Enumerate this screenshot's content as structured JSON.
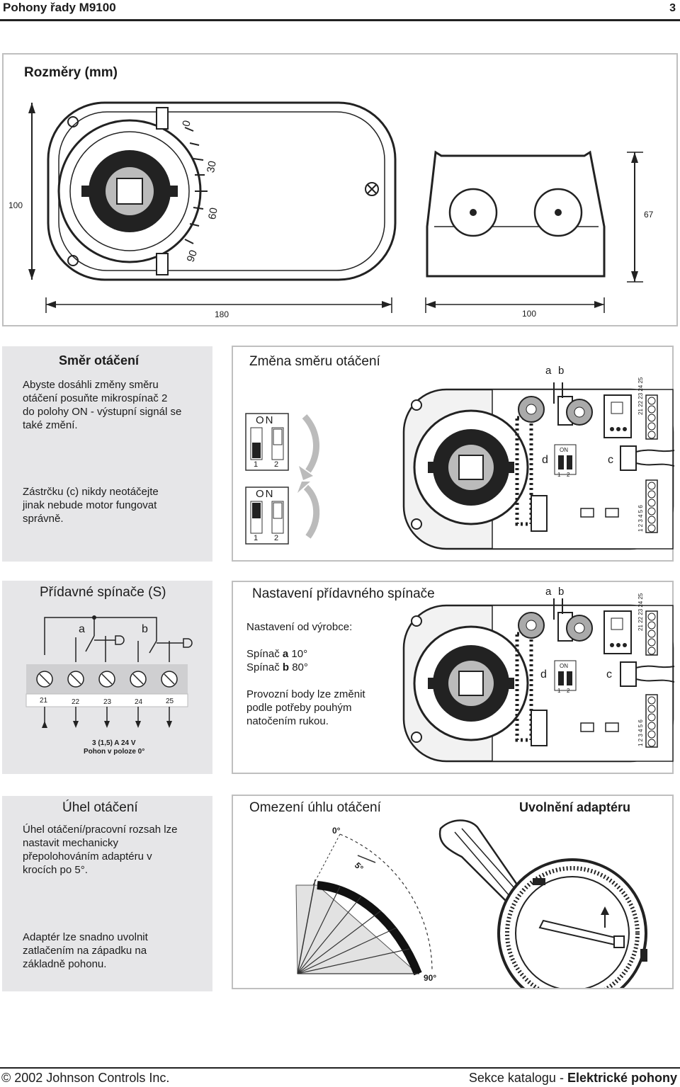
{
  "header": {
    "title": "Pohony řady M9100",
    "page_number": "3"
  },
  "dimensions": {
    "title": "Rozměry (mm)",
    "height_main": "100",
    "height_side": "67",
    "width_main": "180",
    "width_side": "100",
    "scale_marks": [
      "0",
      "30",
      "60",
      "90"
    ]
  },
  "direction": {
    "title": "Směr otáčení",
    "text1": "Abyste dosáhli změny směru otáčení posuňte mikrospínač 2 do polohy ON - výstupní signál se také změní.",
    "text2": "Zástrčku (c) nikdy neotáčejte jinak nebude motor fungovat správně.",
    "change_title": "Změna směru otáčení",
    "switch_on": "ON",
    "switch_1": "1",
    "switch_2": "2"
  },
  "board": {
    "label_a": "a",
    "label_b": "b",
    "label_c": "c",
    "label_d": "d",
    "dip_on": "ON",
    "dip_1": "1",
    "dip_2": "2",
    "terminals_top": "21 22 23 24 25",
    "terminals_bottom": "1  2  3  4  5  6"
  },
  "aux": {
    "title": "Přídavné spínače (S)",
    "label_a": "a",
    "label_b": "b",
    "terminals": [
      "21",
      "22",
      "23",
      "24",
      "25"
    ],
    "caption1": "3 (1,5) A 24 V",
    "caption2": "Pohon v poloze 0°"
  },
  "aux_setting": {
    "title": "Nastavení přídavného spínače",
    "line1": "Nastavení od výrobce:",
    "switch_a_prefix": "Spínač ",
    "switch_a_letter": "a",
    "switch_a_value": " 10°",
    "switch_b_prefix": "Spínač ",
    "switch_b_letter": "b",
    "switch_b_value": " 80°",
    "text": "Provozní body lze změnit podle potřeby pouhým natočením rukou."
  },
  "angle": {
    "title": "Úhel otáčení",
    "text1": "Úhel otáčení/pracovní rozsah lze nastavit mechanicky přepolohováním adaptéru v krocích po 5°.",
    "text2": "Adaptér lze  snadno uvolnit zatlačením na západku na základně pohonu.",
    "limit_title": "Omezení úhlu otáčení",
    "release_title": "Uvolnění adaptéru",
    "mark_0": "0°",
    "mark_5": "5°",
    "mark_90": "90°"
  },
  "footer": {
    "left": "© 2002 Johnson Controls Inc.",
    "right_prefix": "Sekce katalogu - ",
    "right_bold": "Elektrické pohony"
  }
}
